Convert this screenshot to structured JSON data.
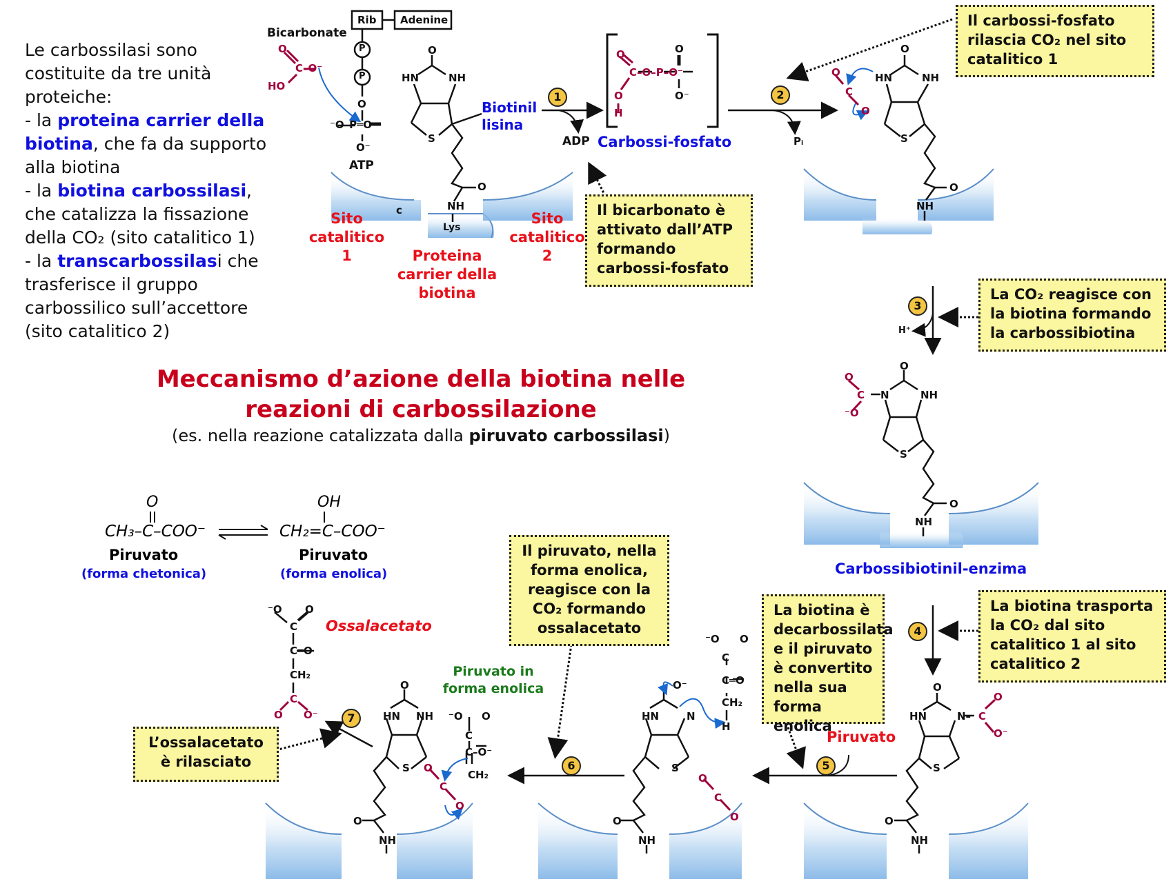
{
  "intro": {
    "line1": "Le carbossilasi sono costituite da tre unità proteiche:",
    "item1_prefix": "- la ",
    "item1_highlight": "proteina carrier della biotina",
    "item1_suffix": ", che fa da supporto alla biotina",
    "item2_prefix": "- la ",
    "item2_highlight": "biotina carbossilasi",
    "item2_suffix": ", che catalizza la fissazione della CO₂ (sito catalitico 1)",
    "item3_prefix": "- la ",
    "item3_highlight": "transcarbossilas",
    "item3_suffix": "i che trasferisce il gruppo carbossilico sull’accettore (sito catalitico 2)"
  },
  "title": {
    "line1": "Meccanismo d’azione della biotina nelle",
    "line2": "reazioni di carbossilazione",
    "subtitle_prefix": "(es. nella reazione catalizzata dalla ",
    "subtitle_bold": "piruvato carbossilasi",
    "subtitle_suffix": ")"
  },
  "top_diagram": {
    "bicarbonate": "Bicarbonate",
    "rib": "Rib",
    "adenine": "Adenine",
    "phosphate": "P",
    "atp": "ATP",
    "biotinil_lisina": "Biotinil lisina",
    "lys": "Lys",
    "c_label": "c",
    "site1": "Sito catalitico 1",
    "site2": "Sito catalitico 2",
    "carrier": "Proteina carrier della biotina",
    "adp": "ADP",
    "carbossi_fosfato": "Carbossi-fosfato",
    "pi": "Pᵢ",
    "h_plus": "H⁺",
    "carbossibiotinil": "Carbossibiotinil-enzima"
  },
  "callouts": {
    "c1": "Il bicarbonato è attivato dall’ATP formando carbossi-fosfato",
    "c2": "Il carbossi-fosfato rilascia CO₂ nel sito catalitico 1",
    "c3": "La CO₂ reagisce con la biotina formando la carbossibiotina",
    "c4": "La biotina trasporta la CO₂ dal sito catalitico 1 al sito catalitico 2",
    "c5": "La biotina è decarbossilata e il piruvato è convertito nella sua forma enolica",
    "c6": "Il piruvato, nella forma enolica, reagisce con la CO₂ formando ossalacetato",
    "c7": "L’ossalacetato è rilasciato"
  },
  "steps": [
    "1",
    "2",
    "3",
    "4",
    "5",
    "6",
    "7"
  ],
  "pyruvate": {
    "keto_formula": "CH₃–C–COO⁻",
    "keto_o": "O",
    "keto_name": "Piruvato",
    "keto_form": "(forma chetonica)",
    "enol_formula": "CH₂=C–COO⁻",
    "enol_oh": "OH",
    "enol_name": "Piruvato",
    "enol_form": "(forma enolica)"
  },
  "bottom_diagram": {
    "ossalacetato": "Ossalacetato",
    "piruvato_enolico": "Piruvato in forma enolica",
    "piruvato": "Piruvato"
  },
  "colors": {
    "callout_bg": "#fbf6a0",
    "step_circle": "#f4c542",
    "title_red": "#c8001c",
    "label_red": "#e8101a",
    "highlight_blue": "#1010e0",
    "label_green": "#1a7a1a",
    "co2_maroon": "#a0003c",
    "arrow_blue": "#1a6ad0",
    "enzyme_blue": "#9cc6ec"
  }
}
